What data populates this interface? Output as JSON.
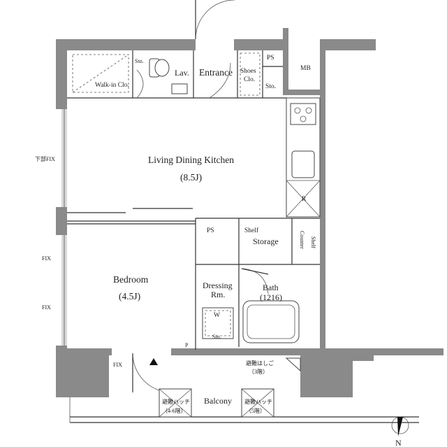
{
  "rooms": {
    "walkin": "Walk-in Clo.",
    "sto_top": "Sto.",
    "lav": "Lav.",
    "entrance": "Entrance",
    "shoes1": "Shoes",
    "shoes2": "Clo.",
    "ps_top": "PS",
    "sto_right": "Sto.",
    "mb": "MB",
    "ldk": "Living Dining Kitchen",
    "ldk_size": "(8.5J)",
    "r_mark": "R",
    "ps_mid": "PS",
    "shelf1": "Shelf",
    "storage": "Storage",
    "counter": "Counter",
    "shelf2": "Shelf",
    "bedroom": "Bedroom",
    "bedroom_size": "(4.5J)",
    "dressing1": "Dressing",
    "dressing2": "Rm.",
    "bath": "Bath",
    "bath_size": "(1216)",
    "w_mark": "W",
    "sto_bottom": "Sto.",
    "p_mark": "P",
    "balcony": "Balcony"
  },
  "windows": {
    "fix_upper": "下部FIX",
    "fix_mid": "FIX",
    "fix_low": "FIX",
    "fix_balcony": "FIX"
  },
  "balcony_items": {
    "ladder1": "避難はしご",
    "ladder2": "（3階）",
    "hatch_left1": "避難ハッチ",
    "hatch_left2": "（4-6階）",
    "hatch_right1": "避難ハッチ",
    "hatch_right2": "（5階）"
  },
  "compass": {
    "north": "N"
  }
}
